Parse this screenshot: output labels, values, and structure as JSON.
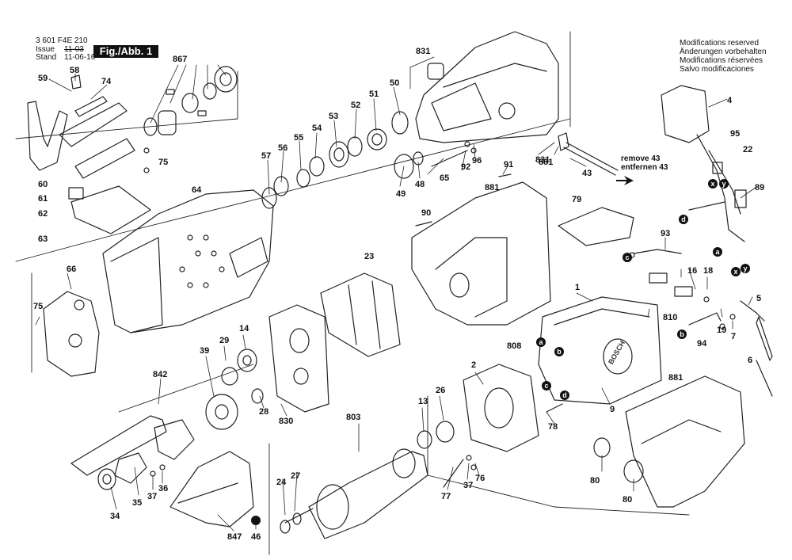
{
  "header": {
    "doc_number": "3 601 F4E 210",
    "issue_label": "Issue",
    "stand_label": "Stand",
    "issue_date": "11-03",
    "stand_date": "11-06-16",
    "fig_label": "Fig./Abb. 1"
  },
  "modifications": [
    "Modifications reserved",
    "Änderungen vorbehalten",
    "Modifications réservées",
    "Salvo modificaciones"
  ],
  "note": {
    "line1": "remove 43",
    "line2": "entfernen 43"
  },
  "brand": "BOSCH",
  "parts": [
    "831",
    "867",
    "58",
    "59",
    "74",
    "50",
    "51",
    "52",
    "53",
    "54",
    "55",
    "56",
    "57",
    "4",
    "95",
    "22",
    "89",
    "75",
    "60",
    "61",
    "62",
    "63",
    "64",
    "65",
    "92",
    "96",
    "91",
    "49",
    "48",
    "43",
    "881",
    "79",
    "90",
    "93",
    "23",
    "66",
    "16",
    "18",
    "1",
    "810",
    "808",
    "94",
    "19",
    "7",
    "5",
    "6",
    "29",
    "14",
    "39",
    "842",
    "830",
    "28",
    "2",
    "26",
    "13",
    "803",
    "78",
    "9",
    "80",
    "24",
    "27",
    "77",
    "37",
    "76",
    "35",
    "34",
    "36",
    "847",
    "46"
  ],
  "markers": {
    "a": "a",
    "b": "b",
    "c": "c",
    "d": "d",
    "x": "x",
    "y": "y"
  }
}
